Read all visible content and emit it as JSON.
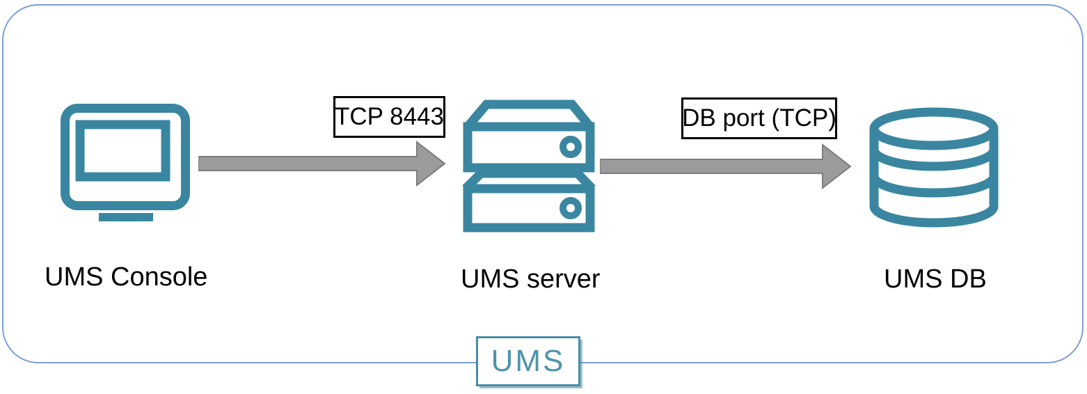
{
  "nodes": [
    {
      "label": "UMS Console",
      "icon": "monitor"
    },
    {
      "label": "UMS server",
      "icon": "server-stack"
    },
    {
      "label": "UMS DB",
      "icon": "database"
    }
  ],
  "connections": [
    {
      "label": "TCP 8443",
      "from": "UMS Console",
      "to": "UMS server"
    },
    {
      "label": "DB port (TCP)",
      "from": "UMS server",
      "to": "UMS DB"
    }
  ],
  "badge": {
    "label": "UMS"
  },
  "colors": {
    "icon_teal": "#3A86A0",
    "frame_blue": "#7C9EDD",
    "arrow_fill": "#9B9B9B",
    "arrow_outline": "#7C7C7C",
    "badge_teal": "#4A8CA6",
    "label_text": "#000000",
    "label_box_border": "#000000",
    "background": "#FFFFFF"
  }
}
